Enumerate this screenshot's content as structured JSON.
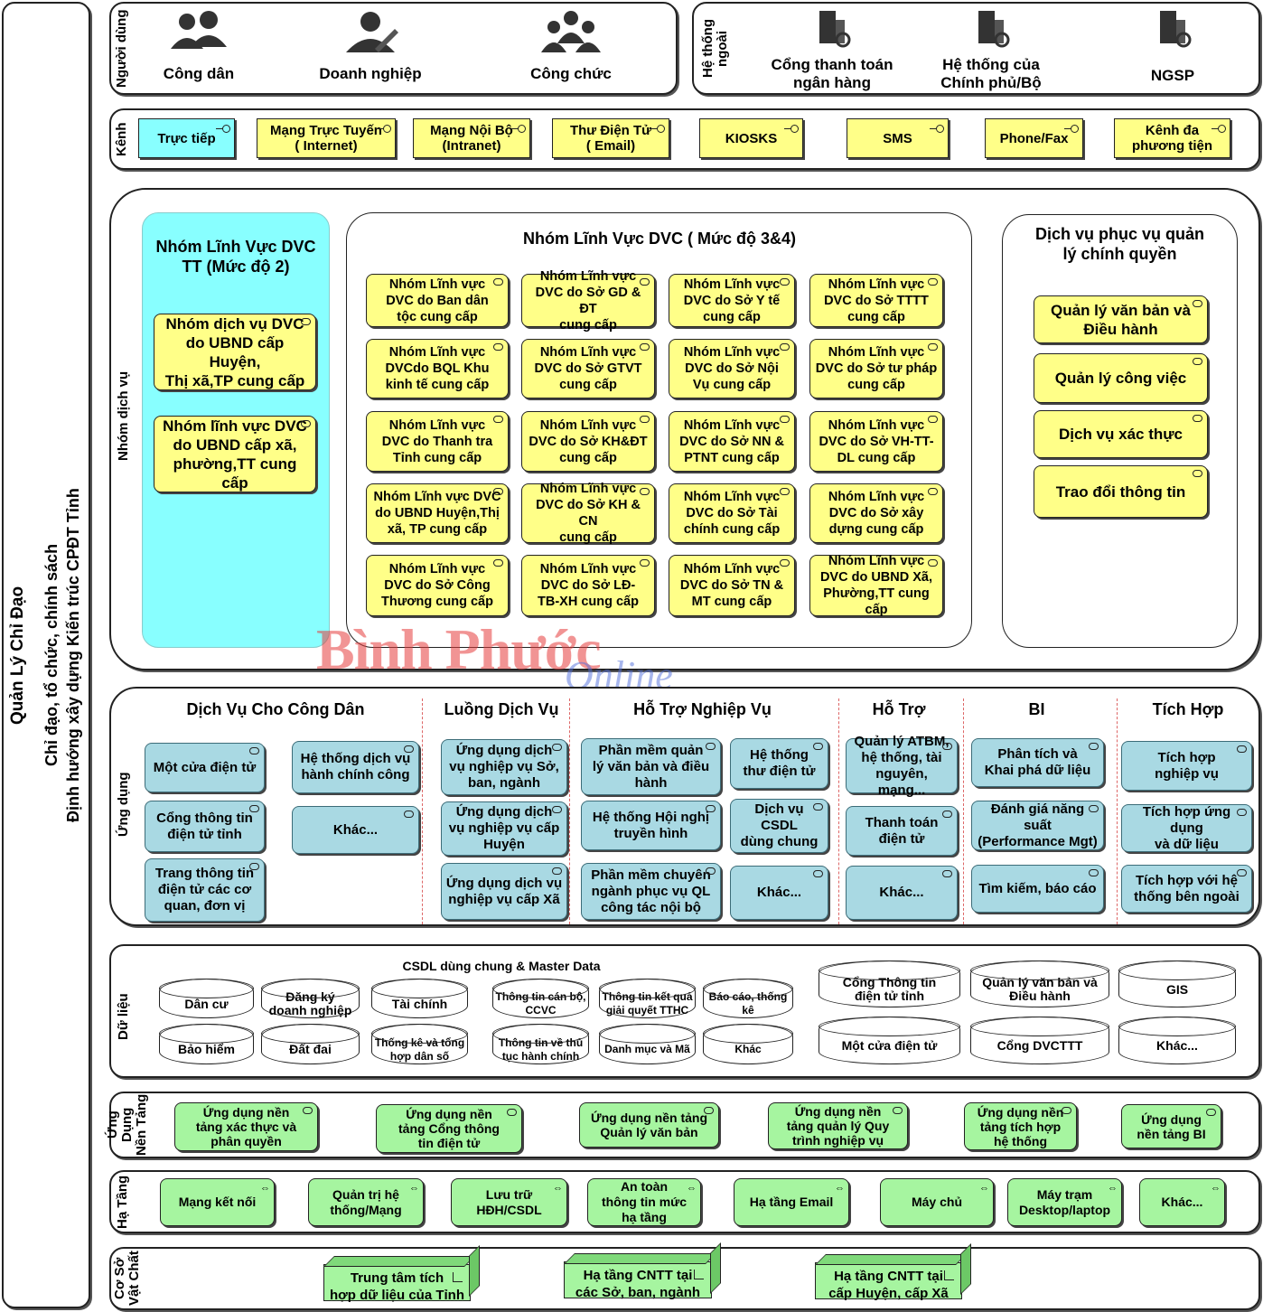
{
  "governance": {
    "title": "Quản Lý Chỉ Đạo",
    "line1": "Chỉ đạo, tổ chức, chính sách",
    "line2": "Định hướng xây dựng Kiến trúc CPĐT Tỉnh"
  },
  "users": {
    "label": "Người dùng",
    "items": [
      "Công dân",
      "Doanh nghiệp",
      "Công chức"
    ]
  },
  "external": {
    "label": "Hệ thống\nngoài",
    "items": [
      "Cổng thanh toán\nngân hàng",
      "Hệ thống của\nChính phủ/Bộ",
      "NGSP"
    ]
  },
  "channels": {
    "label": "Kênh",
    "items": [
      "Trực tiếp",
      "Mạng Trực Tuyến\n( Internet)",
      "Mạng Nội Bộ\n(Intranet)",
      "Thư Điện Tử\n( Email)",
      "KIOSKS",
      "SMS",
      "Phone/Fax",
      "Kênh đa\nphương tiện"
    ]
  },
  "services": {
    "label": "Nhóm dịch vụ",
    "level2": {
      "title": "Nhóm Lĩnh Vực DVC\nTT (Mức độ 2)",
      "items": [
        "Nhóm dịch vụ DVC\ndo UBND cấp Huyện,\nThị xã,TP cung cấp",
        "Nhóm lĩnh vực DVC\ndo UBND cấp xã,\nphường,TT cung cấp"
      ]
    },
    "level34": {
      "title": "Nhóm Lĩnh Vực DVC ( Mức độ 3&4)",
      "items": [
        "Nhóm Lĩnh vực\nDVC do Ban dân\ntộc cung cấp",
        "Nhóm Lĩnh vực\nDVC do Sở GD & ĐT\ncung cấp",
        "Nhóm Lĩnh vực\nDVC do Sở Y tế\ncung cấp",
        "Nhóm Lĩnh vực\nDVC do Sở TTTT\ncung cấp",
        "Nhóm Lĩnh vực\nDVCdo BQL Khu\nkinh tế cung cấp",
        "Nhóm Lĩnh vực\nDVC do Sở GTVT\ncung cấp",
        "Nhóm Lĩnh vực\nDVC do Sở Nội\nVụ cung cấp",
        "Nhóm Lĩnh vực\nDVC do Sở tư pháp\ncung cấp",
        "Nhóm Lĩnh vực\nDVC do Thanh tra\nTỉnh cung cấp",
        "Nhóm Lĩnh vực\nDVC do Sở KH&ĐT\ncung cấp",
        "Nhóm Lĩnh vực\nDVC do Sở NN &\nPTNT cung cấp",
        "Nhóm Lĩnh vực\nDVC do Sở VH-TT-\nDL cung cấp",
        "Nhóm Lĩnh vực DVC\ndo UBND Huyện,Thị\nxã, TP cung cấp",
        "Nhóm Lĩnh vực\nDVC do Sở KH & CN\ncung cấp",
        "Nhóm Lĩnh vực\nDVC do Sở Tài\nchính cung cấp",
        "Nhóm Lĩnh vực\nDVC do Sở xây\ndựng cung cấp",
        "Nhóm Lĩnh vực\nDVC do Sở Công\nThương cung cấp",
        "Nhóm Lĩnh vực\nDVC do Sở LĐ-\nTB-XH cung cấp",
        "Nhóm Lĩnh vực\nDVC do Sở TN &\nMT cung cấp",
        "Nhóm Lĩnh vực\nDVC do UBND Xã,\nPhường,TT cung cấp"
      ]
    },
    "gov": {
      "title": "Dịch vụ phục vụ quản\nlý chính quyền",
      "items": [
        "Quản lý văn bản và\nĐiều hành",
        "Quản lý công việc",
        "Dịch vụ xác thực",
        "Trao đổi thông tin"
      ]
    }
  },
  "watermark": {
    "text": "Bình Phước",
    "suffix": "Online"
  },
  "apps": {
    "label": "Ứng dụng",
    "headings": [
      "Dịch Vụ Cho Công Dân",
      "Luồng Dịch Vụ",
      "Hỗ Trợ Nghiệp Vụ",
      "Hỗ Trợ",
      "BI",
      "Tích Hợp"
    ],
    "items": [
      "Một cửa điện tử",
      "Cổng thông tin\nđiện tử tỉnh",
      "Trang thông tin\nđiện tử các cơ\nquan, đơn vị",
      "Hệ thống dịch vụ\nhành chính công",
      "Khác...",
      "Ứng dụng dịch\nvụ nghiệp vụ Sở,\nban, ngành",
      "Ứng dụng dịch\nvụ nghiệp vụ cấp\nHuyện",
      "Ứng dụng dịch vụ\nnghiệp vụ cấp Xã",
      "Phần mềm quản\nlý văn bản và điều\nhành",
      "Hệ thống Hội nghị\ntruyền hình",
      "Phần mềm chuyên\nngành phục vụ QL\ncông tác nội bộ",
      "Hệ thống\nthư điện tử",
      "Dịch vụ CSDL\ndùng chung",
      "Khác...",
      "Quản lý ATBM,\nhệ thống, tài\nnguyên, mạng...",
      "Thanh toán\nđiện tử",
      "Khác...",
      "Phân tích và\nKhai phá dữ liệu",
      "Đánh giá năng suất\n(Performance Mgt)",
      "Tìm kiếm, báo cáo",
      "Tích hợp\nnghiệp vụ",
      "Tích hợp ứng dụng\nvà dữ liệu",
      "Tích hợp với hệ\nthống bên ngoài"
    ]
  },
  "data": {
    "label": "Dữ liệu",
    "title": "CSDL dùng chung & Master Data",
    "items": [
      "Dân cư",
      "Đăng ký\ndoanh nghiệp",
      "Tài chính",
      "Thông tin cán bộ,\nCCVC",
      "Thông tin kết quả\ngiải quyết TTHC",
      "Báo cáo, thống kê",
      "Bảo hiểm",
      "Đất đai",
      "Thống kê và tổng\nhợp dân số",
      "Thông tin về thủ\ntục hành chính",
      "Danh mục và Mã",
      "Khác",
      "Cổng Thông tin\nđiện tử tỉnh",
      "Quản lý văn bản và\nĐiều hành",
      "GIS",
      "Một cửa điện tử",
      "Cổng DVCTTT",
      "Khác..."
    ]
  },
  "platform": {
    "label": "Ứng Dụng\nNền Tảng",
    "items": [
      "Ứng dụng nền\ntảng xác thực và\nphân quyền",
      "Ứng dụng nền\ntảng Cổng thông\ntin điện tử",
      "Ứng dụng nền tảng\nQuản lý văn bản",
      "Ứng dụng nền\ntảng quản lý Quy\ntrình nghiệp vụ",
      "Ứng dụng nền\ntảng tích hợp\nhệ thống",
      "Ứng dụng\nnền tảng BI"
    ]
  },
  "infra": {
    "label": "Hạ Tầng",
    "items": [
      "Mạng kết nối",
      "Quản trị hệ\nthống/Mạng",
      "Lưu trữ\nHĐH/CSDL",
      "An toàn\nthông tin mức\nhạ tầng",
      "Hạ tầng Email",
      "Máy chủ",
      "Máy trạm\nDesktop/laptop",
      "Khác..."
    ]
  },
  "physical": {
    "label": "Cơ Sở\nVật Chất",
    "items": [
      "Trung tâm tích\nhợp dữ liệu của Tỉnh",
      "Hạ tầng CNTT tại\ncác Sở, ban, ngành",
      "Hạ tầng CNTT tại\ncấp Huyện, cấp Xã"
    ]
  }
}
